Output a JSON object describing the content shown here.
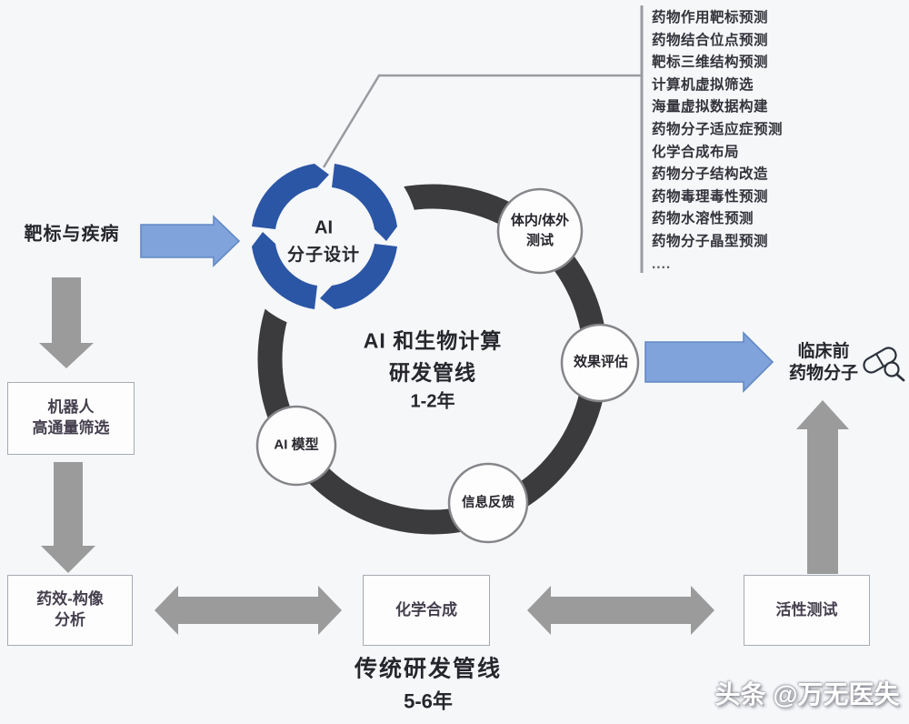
{
  "colors": {
    "background": "#f5f7f9",
    "ring_dark": "#3b3b3d",
    "cycle_blue": "#2b56a5",
    "arrow_blue_fill": "#7fa3da",
    "arrow_blue_stroke": "#6289c6",
    "arrow_gray": "#9b9b9b",
    "connector_gray": "#9a9aa0"
  },
  "prediction_list": {
    "items": [
      "药物作用靶标预测",
      "药物结合位点预测",
      "靶标三维结构预测",
      "计算机虚拟筛选",
      "海量虚拟数据构建",
      "药物分子适应症预测",
      "化学合成布局",
      "药物分子结构改造",
      "药物毒理毒性预测",
      "药物水溶性预测",
      "药物分子晶型预测",
      "...."
    ]
  },
  "ai_pipeline": {
    "cycle_label_line1": "AI",
    "cycle_label_line2": "分子设计",
    "center_line1": "AI 和生物计算",
    "center_line2": "研发管线",
    "center_line3": "1-2年",
    "nodes": {
      "test": "体内/体外\n测试",
      "evaluate": "效果评估",
      "feedback": "信息反馈",
      "model": "AI 模型"
    }
  },
  "left_flow": {
    "source": "靶标与疾病",
    "robot_screening": "机器人\n高通量筛选",
    "pharmacodynamics": "药效-构像\n分析"
  },
  "traditional_pipeline": {
    "chemical_synthesis": "化学合成",
    "activity_test": "活性测试",
    "title": "传统研发管线",
    "duration": "5-6年"
  },
  "output": {
    "result": "临床前\n药物分子",
    "icon": "pill-magnifier-icon"
  },
  "watermark": "头条 @万无医失"
}
